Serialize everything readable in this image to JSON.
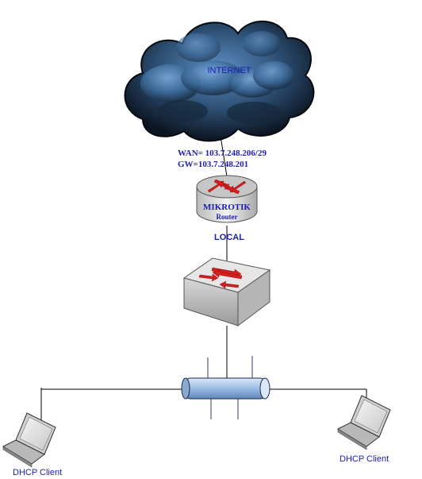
{
  "cloud": {
    "label": "INTERNET"
  },
  "router": {
    "wan": "WAN= 103.7.248.206/29",
    "gw": "GW=103.7.248.201",
    "name": "MIKROTIK",
    "type": "Router",
    "local_label": "LOCAL"
  },
  "switch": {},
  "clients": [
    {
      "label": "DHCP Client"
    },
    {
      "label": "DHCP Client"
    }
  ],
  "colors": {
    "label_blue": "#1c1cb8",
    "arrow_red": "#d61e1e",
    "cloud_dark": "#0e1824",
    "cloud_blue": "#3d6a98",
    "bus_blue": "#a9c4e4"
  }
}
